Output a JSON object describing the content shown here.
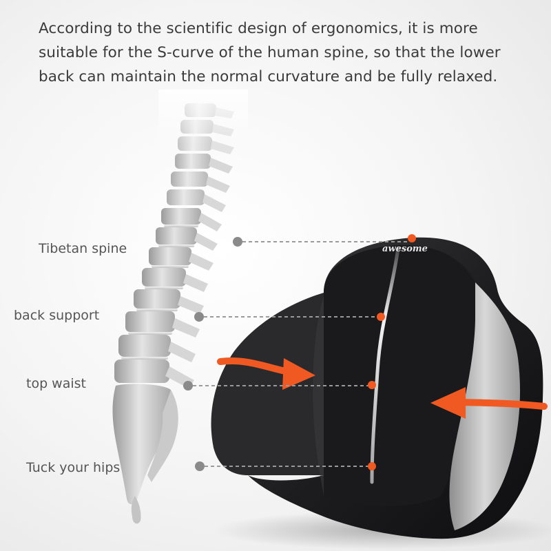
{
  "description_lines": [
    "According to the scientific design of ergonomics, it is more",
    "suitable for the S-curve of the human spine, so that the lower",
    "back can maintain the normal curvature and be fully relaxed."
  ],
  "labels": {
    "tibetan_spine": "Tibetan spine",
    "back_support": "back support",
    "top_waist": "top waist",
    "tuck_hips": "Tuck your hips"
  },
  "brand": "awesome",
  "colors": {
    "accent": "#f05a22",
    "cushion": "#1c1c1e",
    "cushion_side": "#bdbdbd",
    "bone": "#cfcfcf",
    "callout": "#8a8a8a"
  }
}
